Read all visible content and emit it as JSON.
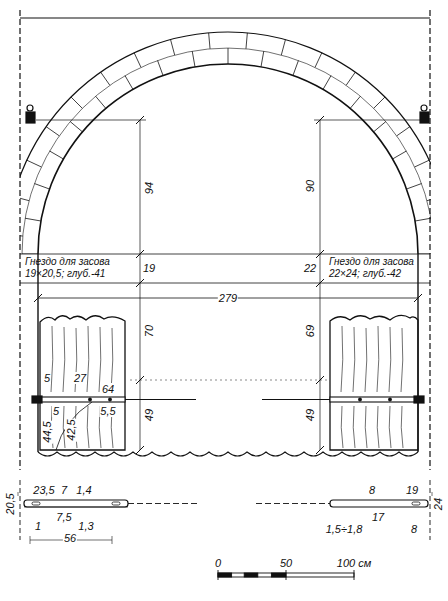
{
  "diagram": {
    "labels": [
      "94",
      "19",
      "70",
      "49",
      "90",
      "22",
      "69",
      "49",
      "Гнездо для засова 19×20,5; глуб.-41",
      "Гнездо для засова 22×24; глуб.-42",
      "279",
      "5",
      "27",
      "64",
      "5,5",
      "5",
      "44,5",
      "42,5",
      "23,5",
      "7",
      "1,4",
      "7,5",
      "1,3",
      "1",
      "20,5",
      "56",
      "8",
      "17",
      "19",
      "1,5÷1,8",
      "8",
      "24",
      "0",
      "50",
      "100 см"
    ]
  }
}
